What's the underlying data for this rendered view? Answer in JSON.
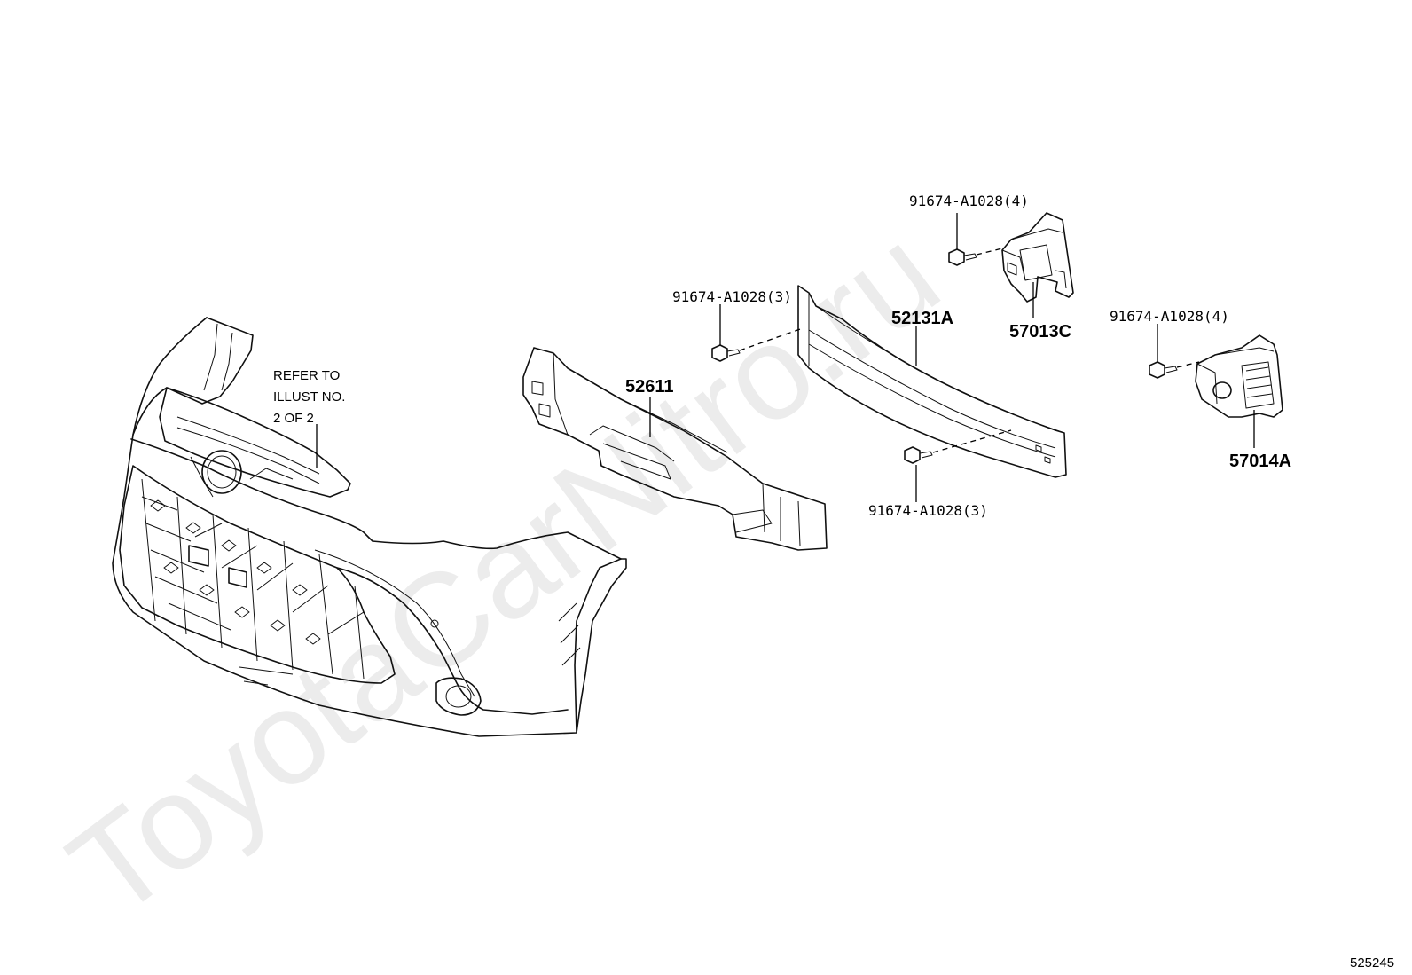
{
  "watermark": "ToyotaCarNitro.ru",
  "figure_number": "525245",
  "note": {
    "lines": [
      "REFER TO",
      "ILLUST NO.",
      "2 OF 2"
    ]
  },
  "callouts": {
    "bolt_top_mid": "91674-A1028(3)",
    "bolt_bottom_mid": "91674-A1028(3)",
    "bolt_top_right": "91674-A1028(4)",
    "bolt_right": "91674-A1028(4)",
    "absorber": "52611",
    "reinforcement": "52131A",
    "bracket_upper": "57013C",
    "bracket_lower": "57014A"
  }
}
